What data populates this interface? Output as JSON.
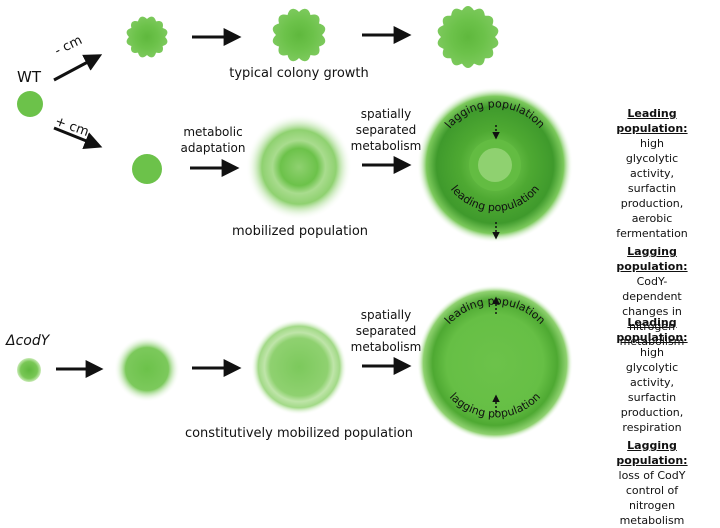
{
  "strains": {
    "wt": "WT",
    "mutant": "ΔcodY"
  },
  "conditions": {
    "minus_cm": "- cm",
    "plus_cm": "+ cm"
  },
  "captions": {
    "typical_growth": "typical colony growth",
    "metabolic_adaptation": [
      "metabolic",
      "adaptation"
    ],
    "spatial_1": [
      "spatially",
      "separated",
      "metabolism"
    ],
    "spatial_2": [
      "spatially",
      "separated",
      "metabolism"
    ],
    "mobilized": "mobilized population",
    "constitutive": "constitutively mobilized population"
  },
  "ring_labels": {
    "lagging": "lagging population",
    "leading": "leading population"
  },
  "summary_wt": {
    "leading_title": "Leading population:",
    "leading_lines": [
      "high glycolytic activity,",
      "surfactin production,",
      "aerobic fermentation"
    ],
    "lagging_title": "Lagging population:",
    "lagging_lines": [
      "CodY-dependent",
      "changes in nitrogen",
      "metabolism"
    ]
  },
  "summary_mutant": {
    "leading_title": "Leading population:",
    "leading_lines": [
      "high glycolytic activity,",
      "surfactin production,",
      "respiration"
    ],
    "lagging_title": "Lagging population:",
    "lagging_lines": [
      "loss of CodY control of",
      "nitrogen metabolism"
    ]
  },
  "colors": {
    "colony": "#6cc24a",
    "colony_dark": "#3f9a2c",
    "halo": "#b7e2a0",
    "arrow": "#111111"
  }
}
